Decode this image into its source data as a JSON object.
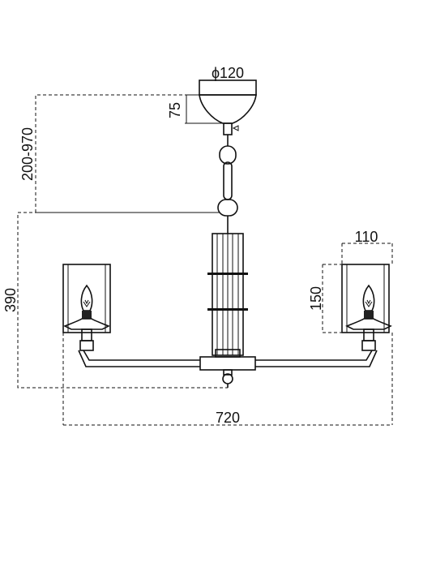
{
  "dimensions": {
    "canopy_diameter": "ϕ120",
    "canopy_height": "75",
    "suspension_length": "200-970",
    "body_height": "390",
    "shade_width": "110",
    "shade_height": "150",
    "overall_width": "720"
  }
}
